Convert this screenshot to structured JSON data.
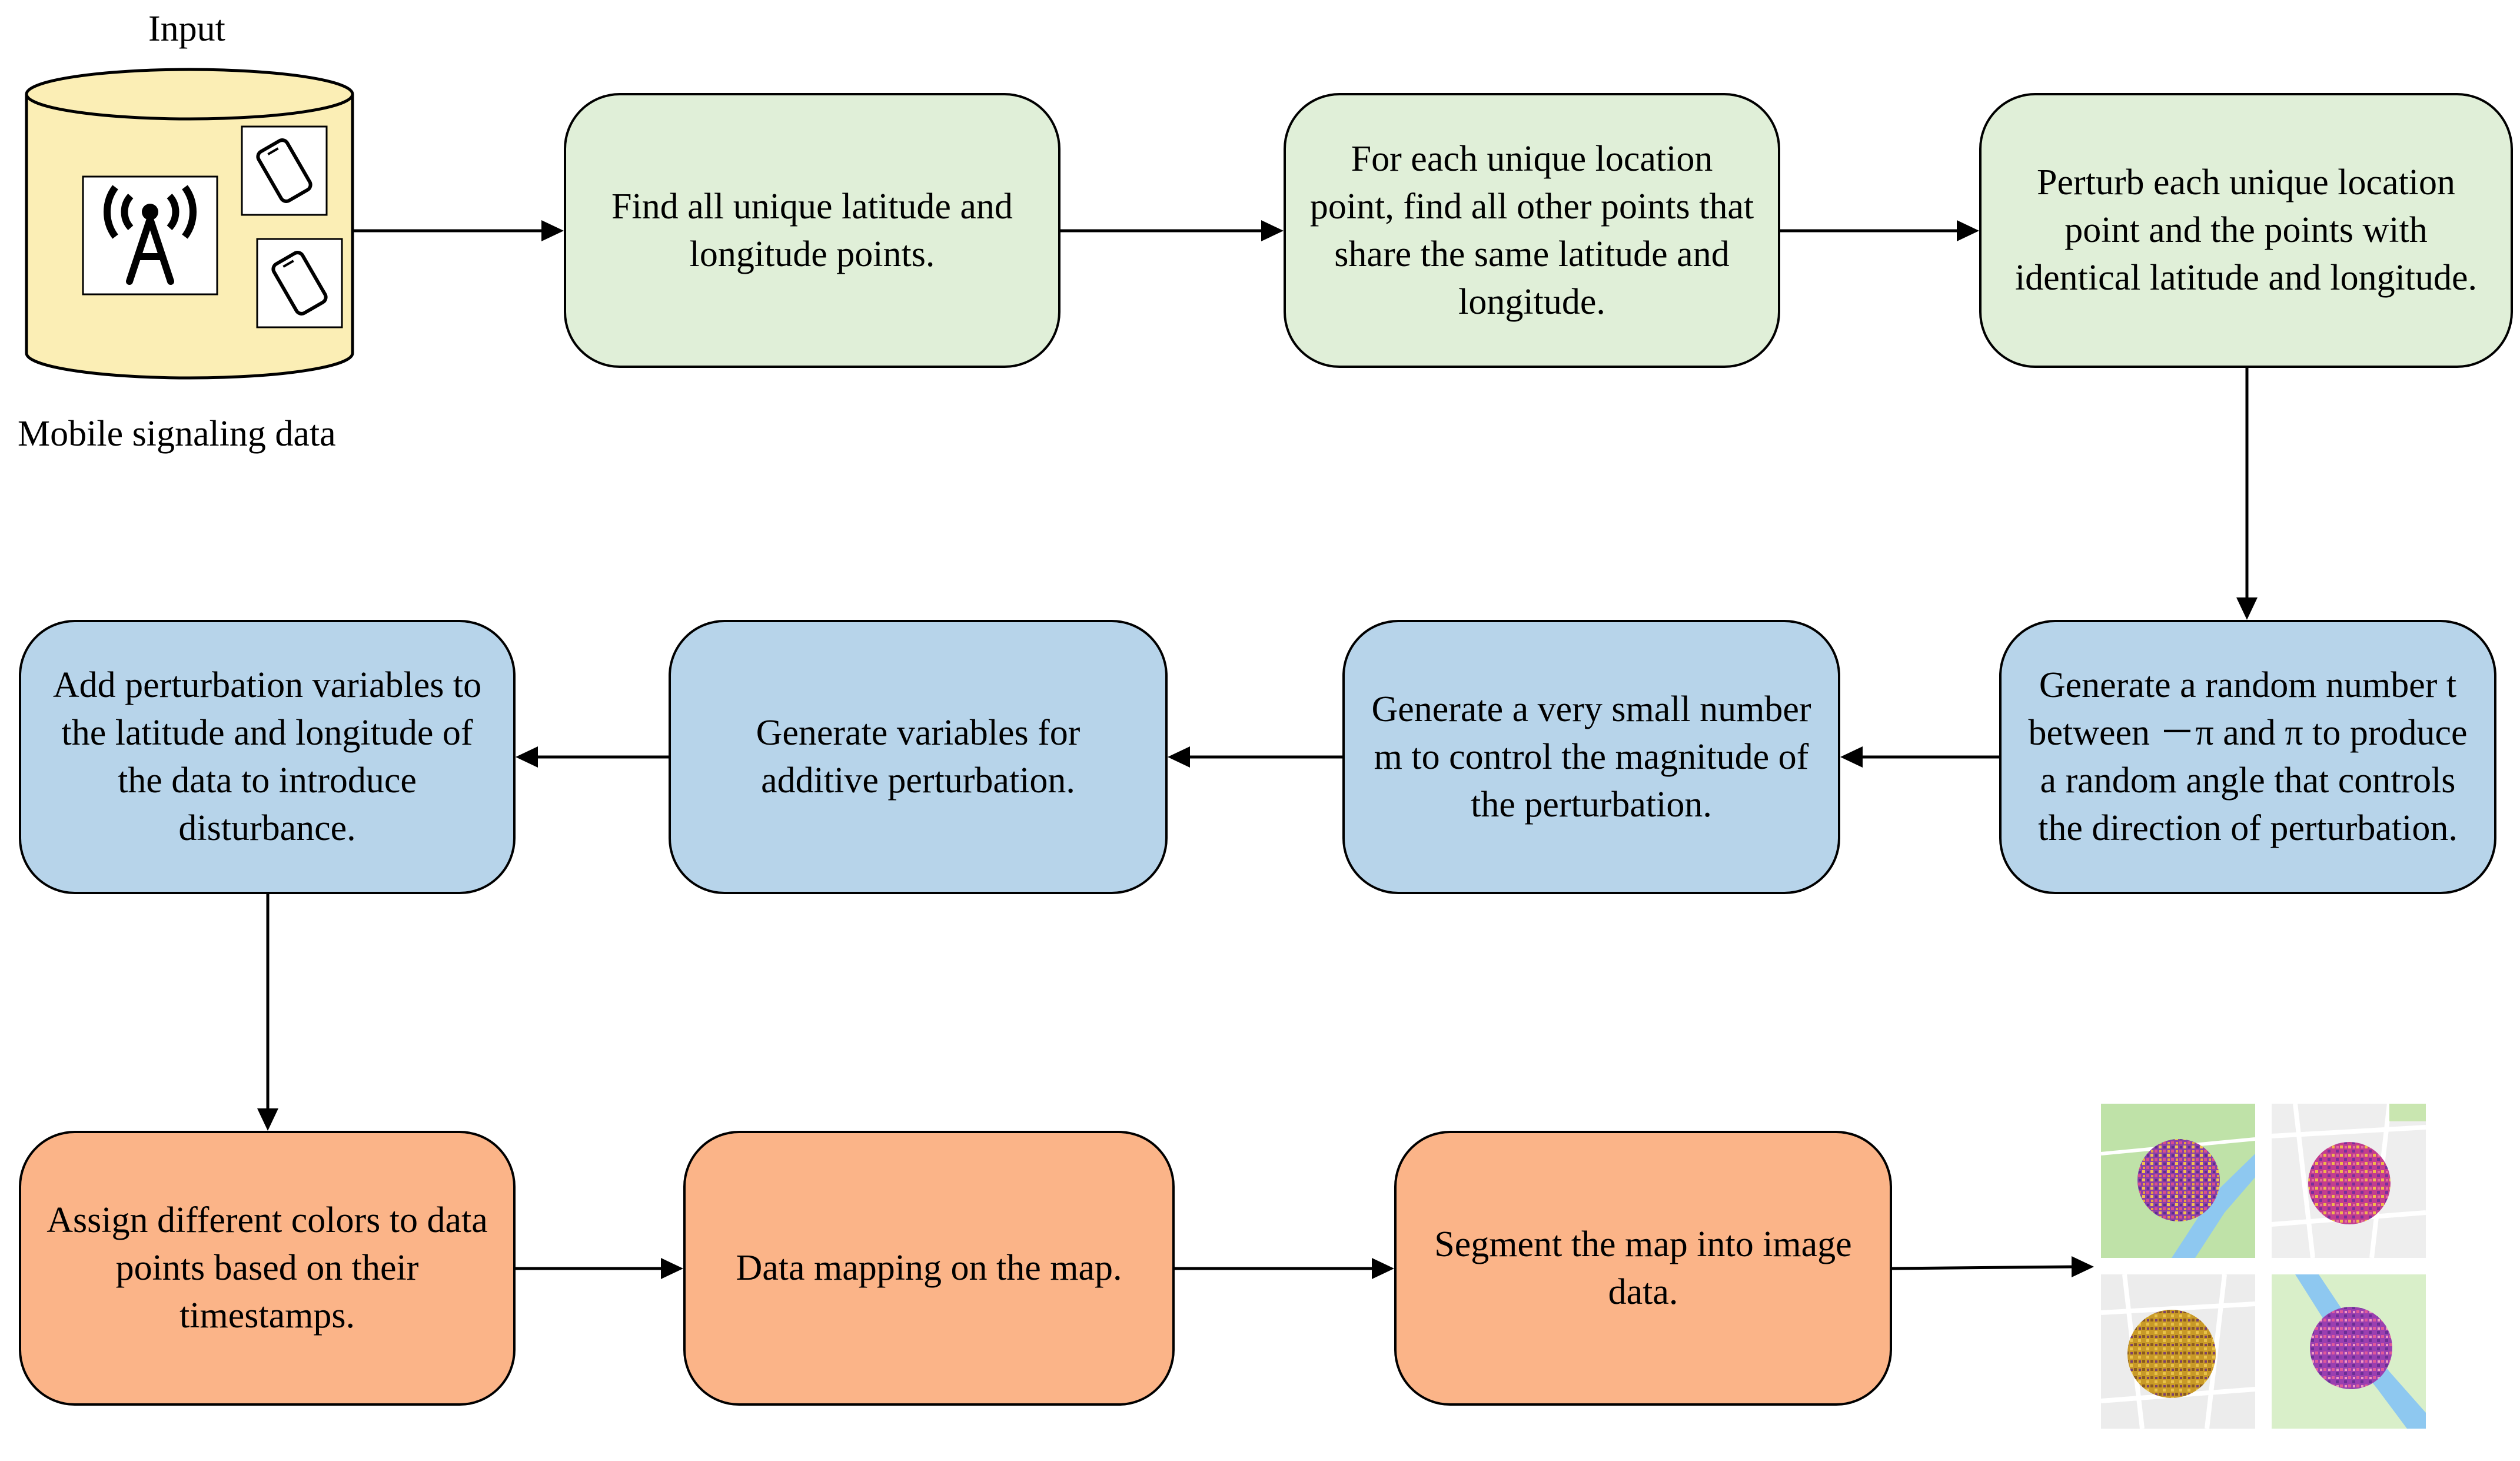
{
  "input": {
    "title": "Input",
    "caption": "Mobile signaling data",
    "icons": [
      "signal-tower-icon",
      "smartphone-icon",
      "smartphone-icon"
    ]
  },
  "colors": {
    "green": "#e0efd8",
    "blue": "#b7d4ea",
    "orange": "#fbb488",
    "database": "#fbeeb5"
  },
  "steps": [
    {
      "id": "find-unique",
      "text": "Find all unique latitude and longitude points."
    },
    {
      "id": "find-shared",
      "text": "For each unique location point, find all other points that share the same latitude and longitude."
    },
    {
      "id": "perturb-points",
      "text": "Perturb each unique location point and the points with identical latitude and longitude."
    },
    {
      "id": "random-angle",
      "text": "Generate a random number t between －π and π to produce a random angle that controls the direction of perturbation."
    },
    {
      "id": "small-number",
      "text": "Generate a very small number m to control the magnitude of the perturbation."
    },
    {
      "id": "additive-vars",
      "text": "Generate variables for additive perturbation."
    },
    {
      "id": "add-vars",
      "text": "Add perturbation variables to the latitude and longitude of the data to introduce disturbance."
    },
    {
      "id": "assign-colors",
      "text": "Assign different colors to data points based on their timestamps."
    },
    {
      "id": "data-mapping",
      "text": "Data mapping on the map."
    },
    {
      "id": "segment-map",
      "text": "Segment the map into image data."
    }
  ],
  "output_thumbnails": [
    {
      "map": "green-park",
      "points": "purple-yellow"
    },
    {
      "map": "grey-streets",
      "points": "magenta-yellow"
    },
    {
      "map": "grey-streets",
      "points": "yellow-brown"
    },
    {
      "map": "river-green",
      "points": "purple-pink"
    }
  ]
}
